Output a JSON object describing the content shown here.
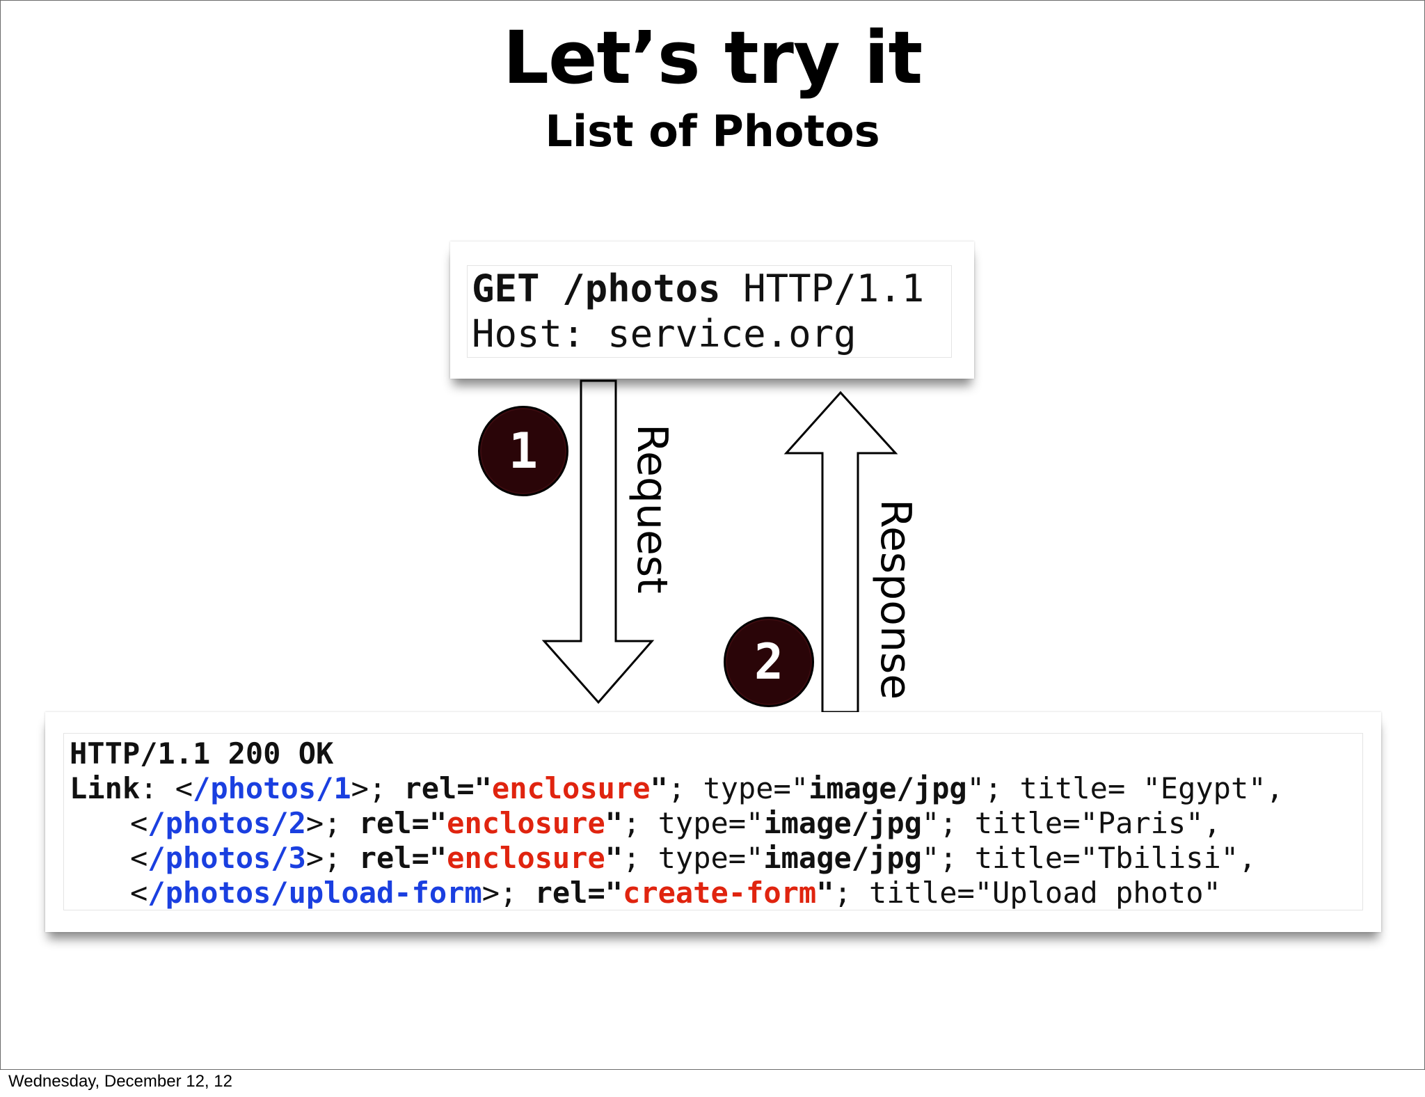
{
  "slide": {
    "title": "Let’s try it",
    "subtitle": "List of Photos"
  },
  "request": {
    "method": "GET",
    "path": "/photos",
    "version": " HTTP/1.1",
    "host_line": "Host: service.org"
  },
  "flow": {
    "request_step": "1",
    "request_label": "Request",
    "response_step": "2",
    "response_label": "Response"
  },
  "response": {
    "status_line": "HTTP/1.1 200 OK",
    "link_header": "Link",
    "link_sep": ": ",
    "links": [
      {
        "prefix": "<",
        "href": "/photos/1",
        "after_href": ">; ",
        "rel_key": "rel=\"",
        "rel": "enclosure",
        "rel_end": "\"",
        "tail_a": "; type=\"",
        "type": "image/jpg",
        "tail_b": "\"; title= \"Egypt\","
      },
      {
        "prefix": "<",
        "href": "/photos/2",
        "after_href": ">; ",
        "rel_key": "rel=\"",
        "rel": "enclosure",
        "rel_end": "\"",
        "tail_a": "; type=\"",
        "type": "image/jpg",
        "tail_b": "\"; title=\"Paris\","
      },
      {
        "prefix": "<",
        "href": "/photos/3",
        "after_href": ">; ",
        "rel_key": "rel=\"",
        "rel": "enclosure",
        "rel_end": "\"",
        "tail_a": "; type=\"",
        "type": "image/jpg",
        "tail_b": "\"; title=\"Tbilisi\","
      },
      {
        "prefix": "<",
        "href": "/photos/upload-form",
        "after_href": ">; ",
        "rel_key": "rel=\"",
        "rel": "create-form",
        "rel_end": "\"",
        "tail_a": "; title=\"Upload photo\""
      }
    ]
  },
  "footer": {
    "date": "Wednesday, December 12, 12"
  },
  "colors": {
    "link_href": "#1a3fe0",
    "rel_value": "#e0240f",
    "badge": "#2a0508"
  }
}
